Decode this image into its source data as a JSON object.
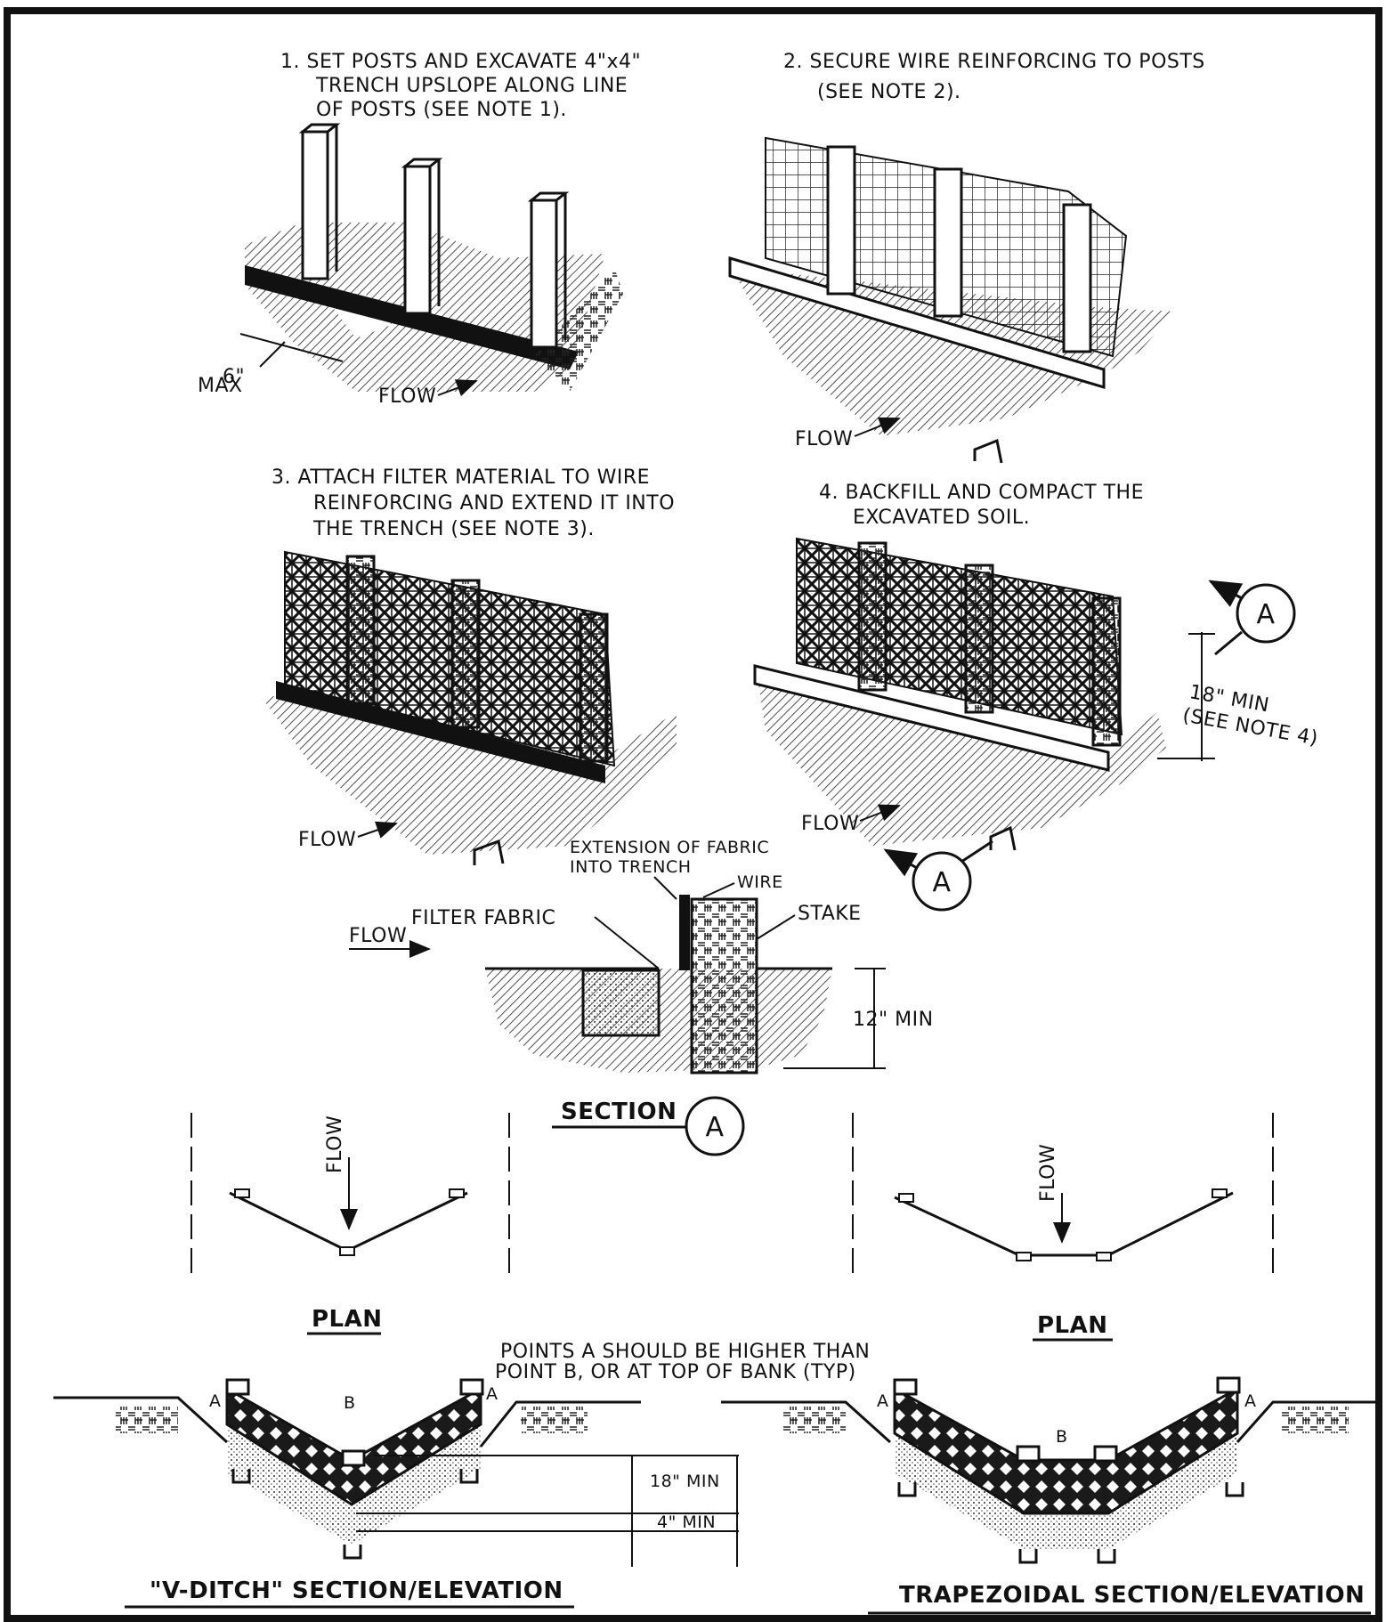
{
  "steps": {
    "s1": [
      "1. SET POSTS AND EXCAVATE 4\"x4\"",
      "TRENCH UPSLOPE ALONG LINE",
      "OF POSTS (SEE NOTE 1)."
    ],
    "s2": [
      "2. SECURE WIRE REINFORCING TO POSTS",
      "(SEE NOTE 2)."
    ],
    "s3": [
      "3. ATTACH FILTER MATERIAL TO WIRE",
      "REINFORCING AND EXTEND IT INTO",
      "THE TRENCH (SEE NOTE 3)."
    ],
    "s4": [
      "4. BACKFILL AND COMPACT THE",
      "EXCAVATED SOIL."
    ]
  },
  "labels": {
    "flow": "FLOW",
    "six_in": "6\"",
    "max": "MAX",
    "eighteen_min": "18\" MIN",
    "see_note_4": "(SEE NOTE 4)",
    "section_marker": "A",
    "extension": [
      "EXTENSION OF FABRIC",
      "INTO TRENCH"
    ],
    "wire": "WIRE",
    "filter_fabric": "FILTER FABRIC",
    "stake": "STAKE",
    "twelve_min": "12\" MIN",
    "section": "SECTION",
    "plan": "PLAN",
    "points_note": [
      "POINTS A SHOULD BE HIGHER THAN",
      "POINT B, OR AT TOP OF BANK (TYP)"
    ],
    "point_a": "A",
    "point_b": "B",
    "eighteen_min_b": "18\" MIN",
    "four_min": "4\" MIN",
    "v_ditch_title": "\"V-DITCH\" SECTION/ELEVATION",
    "trap_title": "TRAPEZOIDAL SECTION/ELEVATION"
  }
}
